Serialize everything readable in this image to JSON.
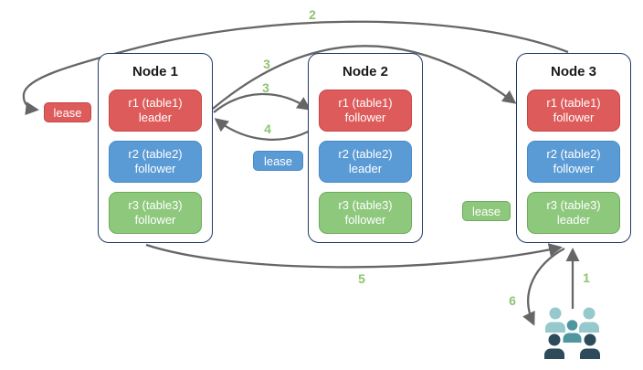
{
  "nodes": [
    {
      "title": "Node 1",
      "replicas": [
        {
          "name": "r1 (table1)",
          "role": "leader",
          "color": "red"
        },
        {
          "name": "r2 (table2)",
          "role": "follower",
          "color": "blue"
        },
        {
          "name": "r3 (table3)",
          "role": "follower",
          "color": "green"
        }
      ]
    },
    {
      "title": "Node 2",
      "replicas": [
        {
          "name": "r1 (table1)",
          "role": "follower",
          "color": "red"
        },
        {
          "name": "r2 (table2)",
          "role": "leader",
          "color": "blue"
        },
        {
          "name": "r3 (table3)",
          "role": "follower",
          "color": "green"
        }
      ]
    },
    {
      "title": "Node 3",
      "replicas": [
        {
          "name": "r1 (table1)",
          "role": "follower",
          "color": "red"
        },
        {
          "name": "r2 (table2)",
          "role": "follower",
          "color": "blue"
        },
        {
          "name": "r3 (table3)",
          "role": "leader",
          "color": "green"
        }
      ]
    }
  ],
  "lease_badges": [
    {
      "label": "lease",
      "color": "red"
    },
    {
      "label": "lease",
      "color": "blue"
    },
    {
      "label": "lease",
      "color": "green"
    }
  ],
  "step_labels": {
    "s1": "1",
    "s2": "2",
    "s3a": "3",
    "s3b": "3",
    "s4": "4",
    "s5": "5",
    "s6": "6"
  },
  "icons": {
    "users_group": "users-group-icon"
  },
  "colors": {
    "replica_red": "#DE5B5B",
    "replica_blue": "#5B9BD5",
    "replica_green": "#8EC87D",
    "node_border": "#1F3A64",
    "arrow_gray": "#666666",
    "step_label_green": "#8CC56E",
    "users_light_teal": "#96C9CB",
    "users_medium_teal": "#4F96A0",
    "users_dark_slate": "#2D4B5A"
  }
}
